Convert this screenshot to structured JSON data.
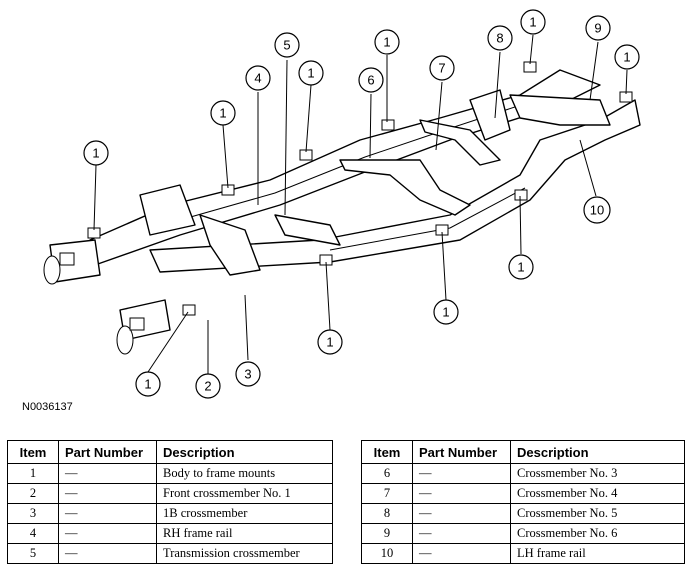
{
  "figure": {
    "id": "N0036137",
    "callouts": [
      "1",
      "1",
      "1",
      "1",
      "1",
      "1",
      "1",
      "1",
      "1",
      "1",
      "2",
      "3",
      "4",
      "5",
      "6",
      "7",
      "8",
      "9",
      "10"
    ]
  },
  "tables": {
    "headers": {
      "item": "Item",
      "part_number": "Part Number",
      "description": "Description"
    },
    "left": [
      {
        "item": "1",
        "part_number": "—",
        "description": "Body to frame mounts"
      },
      {
        "item": "2",
        "part_number": "—",
        "description": "Front crossmember No. 1"
      },
      {
        "item": "3",
        "part_number": "—",
        "description": "1B crossmember"
      },
      {
        "item": "4",
        "part_number": "—",
        "description": "RH frame rail"
      },
      {
        "item": "5",
        "part_number": "—",
        "description": "Transmission crossmember"
      }
    ],
    "right": [
      {
        "item": "6",
        "part_number": "—",
        "description": "Crossmember No. 3"
      },
      {
        "item": "7",
        "part_number": "—",
        "description": "Crossmember No. 4"
      },
      {
        "item": "8",
        "part_number": "—",
        "description": "Crossmember No. 5"
      },
      {
        "item": "9",
        "part_number": "—",
        "description": "Crossmember No. 6"
      },
      {
        "item": "10",
        "part_number": "—",
        "description": "LH frame rail"
      }
    ]
  }
}
